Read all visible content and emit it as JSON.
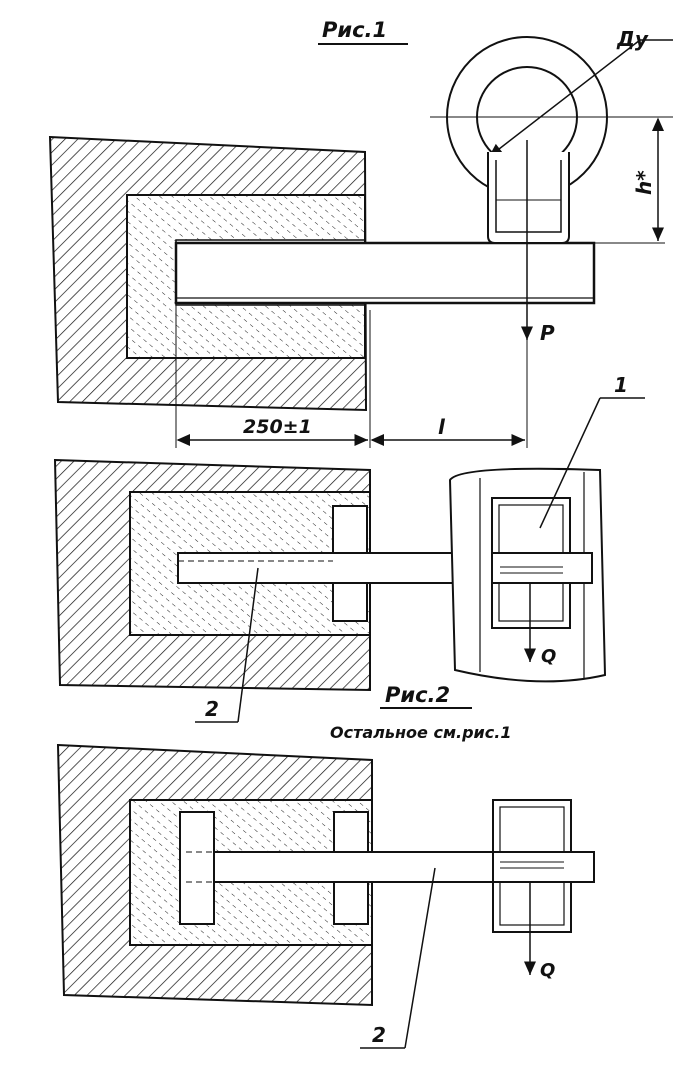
{
  "figure1": {
    "title": "Рис.1"
  },
  "figure2": {
    "title": "Рис.2",
    "note": "Остальное см.рис.1"
  },
  "labels": {
    "diameter": "Ду",
    "height": "h*",
    "force_p": "P",
    "dim_250": "250±1",
    "dim_l": "l",
    "item_1": "1",
    "item_2": "2",
    "force_q": "Q"
  },
  "colors": {
    "ink": "#111111",
    "paper": "#ffffff"
  }
}
